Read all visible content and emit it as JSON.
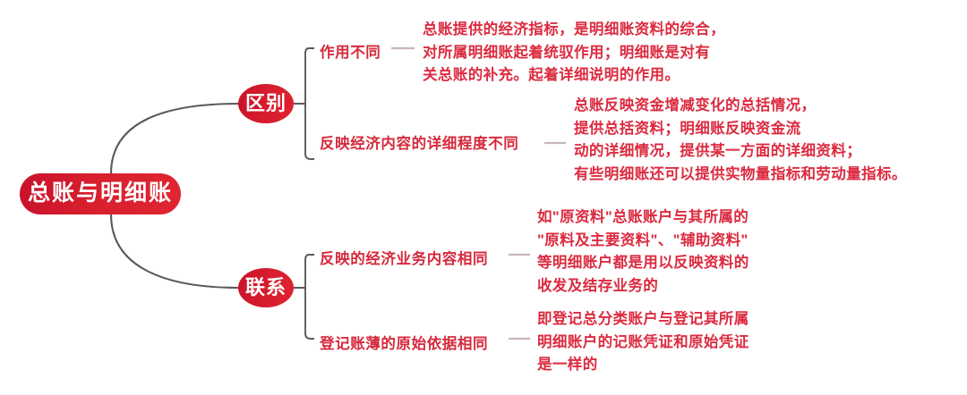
{
  "diagram": {
    "type": "mind-map",
    "title_node": "总账与明细账",
    "accent_color": "#D6182B",
    "text_color": "#DC2B40",
    "connector_color": "#5A5A5A",
    "background": "#FFFFFF",
    "branches": [
      {
        "label": "区别",
        "children": [
          {
            "label": "作用不同",
            "detail": "总账提供的经济指标，是明细账资料的综合，\n对所属明细账起着统驭作用；明细账是对有\n关总账的补充。起着详细说明的作用。"
          },
          {
            "label": "反映经济内容的详细程度不同",
            "detail": "总账反映资金增减变化的总括情况，\n提供总括资料；明细账反映资金流\n动的详细情况，提供某一方面的详细资料；\n有些明细账还可以提供实物量指标和劳动量指标。"
          }
        ]
      },
      {
        "label": "联系",
        "children": [
          {
            "label": "反映的经济业务内容相同",
            "detail": "如\"原资料\"总账账户与其所属的\n\"原料及主要资料\"、\"辅助资料\"\n等明细账户都是用以反映资料的\n收发及结存业务的"
          },
          {
            "label": "登记账薄的原始依据相同",
            "detail": "即登记总分类账户与登记其所属\n明细账户的记账凭证和原始凭证\n是一样的"
          }
        ]
      }
    ]
  }
}
